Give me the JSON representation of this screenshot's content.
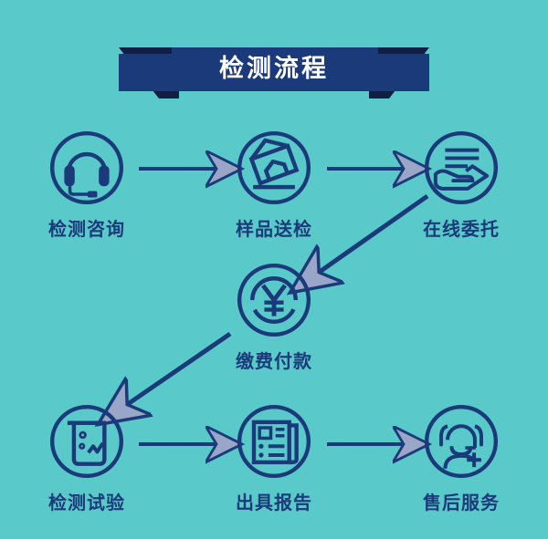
{
  "meta": {
    "background_color": "#5ac9c9",
    "navy": "#1b3a7a",
    "navy_dark": "#122a5c",
    "banner_fill": "#1b3a7a",
    "banner_fold": "#101f47",
    "arrow_head_fill": "#9aa6c8",
    "title_text_color": "#ffffff"
  },
  "banner": {
    "title": "检测流程"
  },
  "nodes": [
    {
      "id": "consult",
      "icon": "headset-icon",
      "label": "检测咨询"
    },
    {
      "id": "sample",
      "icon": "package-icon",
      "label": "样品送检"
    },
    {
      "id": "entrust",
      "icon": "hand-doc-icon",
      "label": "在线委托"
    },
    {
      "id": "payment",
      "icon": "yuan-coin-icon",
      "label": "缴费付款"
    },
    {
      "id": "testing",
      "icon": "test-tube-icon",
      "label": "检测试验"
    },
    {
      "id": "report",
      "icon": "report-icon",
      "label": "出具报告"
    },
    {
      "id": "service",
      "icon": "user-plus-icon",
      "label": "售后服务"
    }
  ],
  "arrows": [
    {
      "id": "arrow-consult-to-sample",
      "from": "consult",
      "to": "sample",
      "direction": "right"
    },
    {
      "id": "arrow-sample-to-entrust",
      "from": "sample",
      "to": "entrust",
      "direction": "right"
    },
    {
      "id": "arrow-entrust-to-payment",
      "from": "entrust",
      "to": "payment",
      "direction": "down-left"
    },
    {
      "id": "arrow-payment-to-testing",
      "from": "payment",
      "to": "testing",
      "direction": "down-left"
    },
    {
      "id": "arrow-testing-to-report",
      "from": "testing",
      "to": "report",
      "direction": "right"
    },
    {
      "id": "arrow-report-to-service",
      "from": "report",
      "to": "service",
      "direction": "right"
    }
  ],
  "chart_data": {
    "type": "diagram",
    "title": "检测流程",
    "flow_style": "serpentine",
    "steps": [
      "检测咨询",
      "样品送检",
      "在线委托",
      "缴费付款",
      "检测试验",
      "出具报告",
      "售后服务"
    ],
    "edges": [
      [
        "检测咨询",
        "样品送检"
      ],
      [
        "样品送检",
        "在线委托"
      ],
      [
        "在线委托",
        "缴费付款"
      ],
      [
        "缴费付款",
        "检测试验"
      ],
      [
        "检测试验",
        "出具报告"
      ],
      [
        "出具报告",
        "售后服务"
      ]
    ]
  }
}
